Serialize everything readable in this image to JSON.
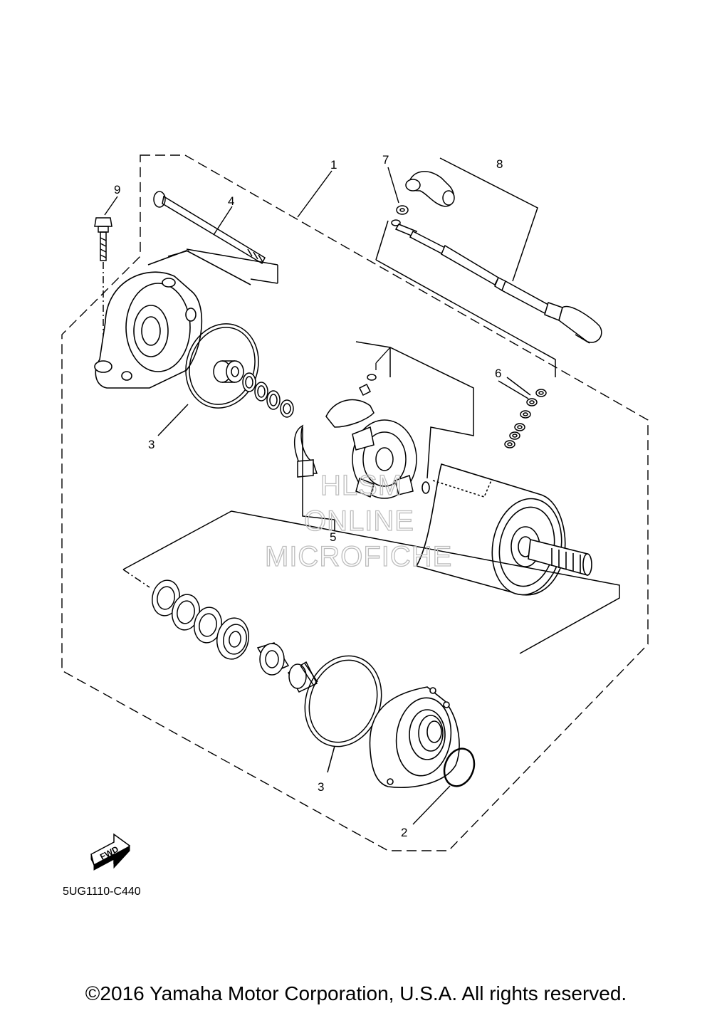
{
  "callouts": {
    "p1": "1",
    "p2": "2",
    "p3a": "3",
    "p3b": "3",
    "p4": "4",
    "p5": "5",
    "p6": "6",
    "p7": "7",
    "p8": "8",
    "p9": "9"
  },
  "diagram_code": "5UG1110-C440",
  "fwd_label": "FWD",
  "watermark": {
    "line1": "HLSM",
    "line2": "ONLINE",
    "line3": "MICROFICHE"
  },
  "copyright": "©2016 Yamaha Motor Corporation, U.S.A. All rights reserved."
}
